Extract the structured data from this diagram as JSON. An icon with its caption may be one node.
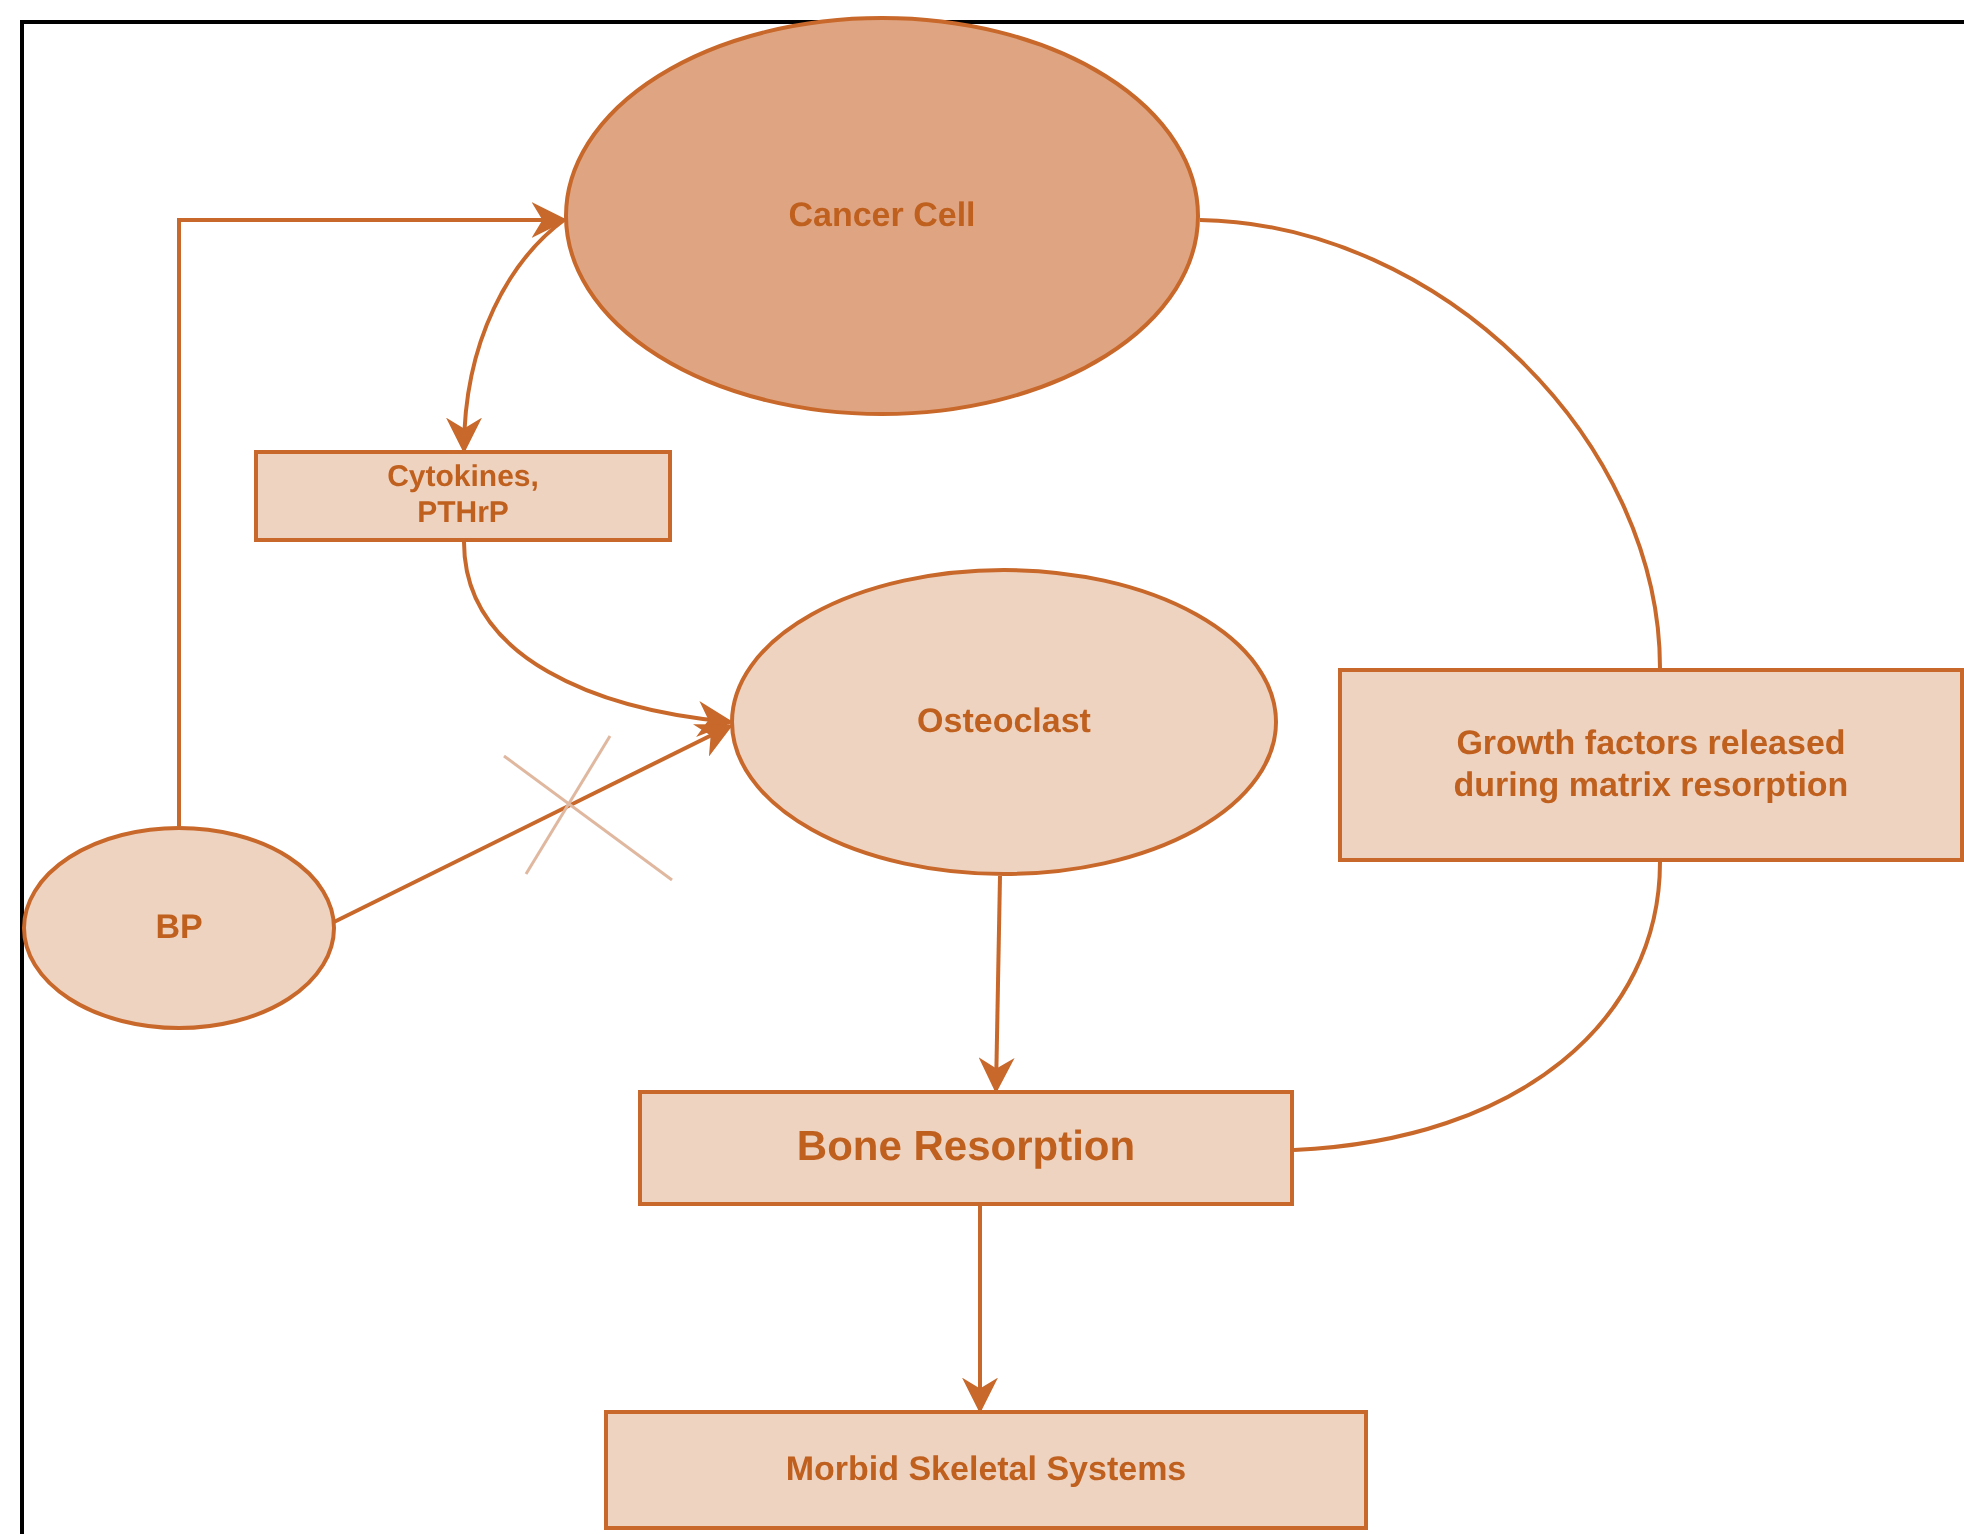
{
  "diagram": {
    "nodes": [
      {
        "text": [
          "Cancer Cell"
        ]
      },
      {
        "text": [
          "Cytokines, PTHrP"
        ]
      },
      {
        "text": [
          "Osteoclast"
        ]
      },
      {
        "text": [
          "Growth factors released during matrix resorption"
        ]
      },
      {
        "text": [
          "BP"
        ]
      },
      {
        "text": [
          "Bone Resorption"
        ]
      },
      {
        "text": [
          "Morbid Skeletal Systems"
        ]
      }
    ],
    "edges": [
      {
        "from": 4,
        "to": 0,
        "arrow": "to"
      },
      {
        "from": 0,
        "to": 1,
        "arrow": "to"
      },
      {
        "from": 1,
        "to": 2,
        "arrow": "to"
      },
      {
        "from": 4,
        "to": 2,
        "arrow": "to"
      },
      {
        "from": 2,
        "to": 5,
        "arrow": "to"
      },
      {
        "from": 5,
        "to": 3,
        "arrow": "none"
      },
      {
        "from": 3,
        "to": 0,
        "arrow": "none"
      },
      {
        "from": 5,
        "to": 6,
        "arrow": "to"
      }
    ]
  }
}
